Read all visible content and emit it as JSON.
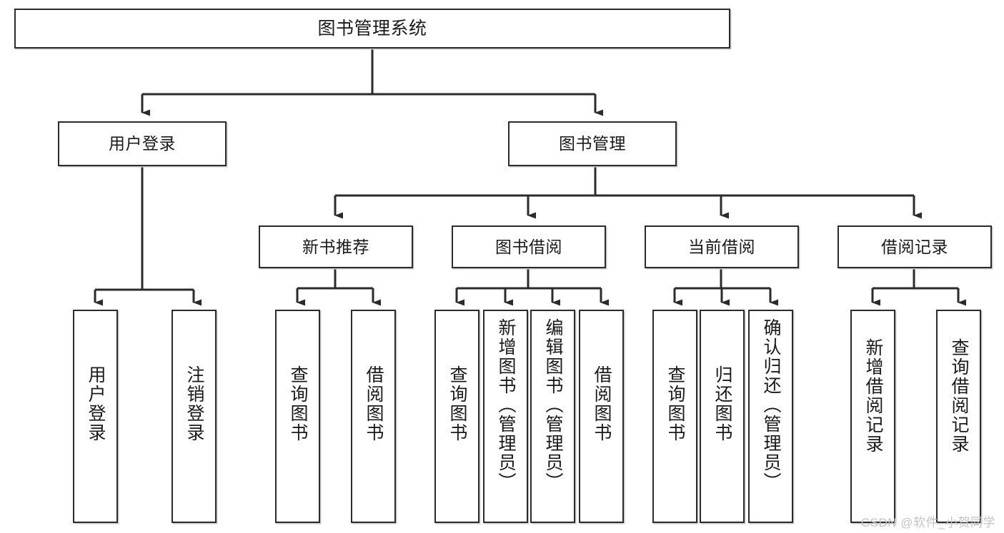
{
  "diagram": {
    "type": "tree",
    "title": "图书管理系统",
    "orientation": "top-down",
    "colors": {
      "box_border": "#2b2b2b",
      "box_fill": "#ffffff",
      "connector": "#2b2b2b",
      "text": "#1a1a1a",
      "watermark": "#c3c3c3"
    }
  },
  "root": {
    "label": "图书管理系统"
  },
  "level2": [
    {
      "label": "用户登录"
    },
    {
      "label": "图书管理"
    }
  ],
  "level3": [
    {
      "label": "新书推荐"
    },
    {
      "label": "图书借阅"
    },
    {
      "label": "当前借阅"
    },
    {
      "label": "借阅记录"
    }
  ],
  "leaves": {
    "user_login": [
      {
        "label": "用户登录"
      },
      {
        "label": "注销登录"
      }
    ],
    "new_book_recommend": [
      {
        "label": "查询图书"
      },
      {
        "label": "借阅图书"
      }
    ],
    "book_borrow": [
      {
        "label": "查询图书"
      },
      {
        "label": "新增图书（管理员）"
      },
      {
        "label": "编辑图书（管理员）"
      },
      {
        "label": "借阅图书"
      }
    ],
    "current_borrow": [
      {
        "label": "查询图书"
      },
      {
        "label": "归还图书"
      },
      {
        "label": "确认归还（管理员）"
      }
    ],
    "borrow_record": [
      {
        "label": "新增借阅记录"
      },
      {
        "label": "查询借阅记录"
      }
    ]
  },
  "watermark": {
    "text": "CSDN @软件_小贺同学"
  }
}
